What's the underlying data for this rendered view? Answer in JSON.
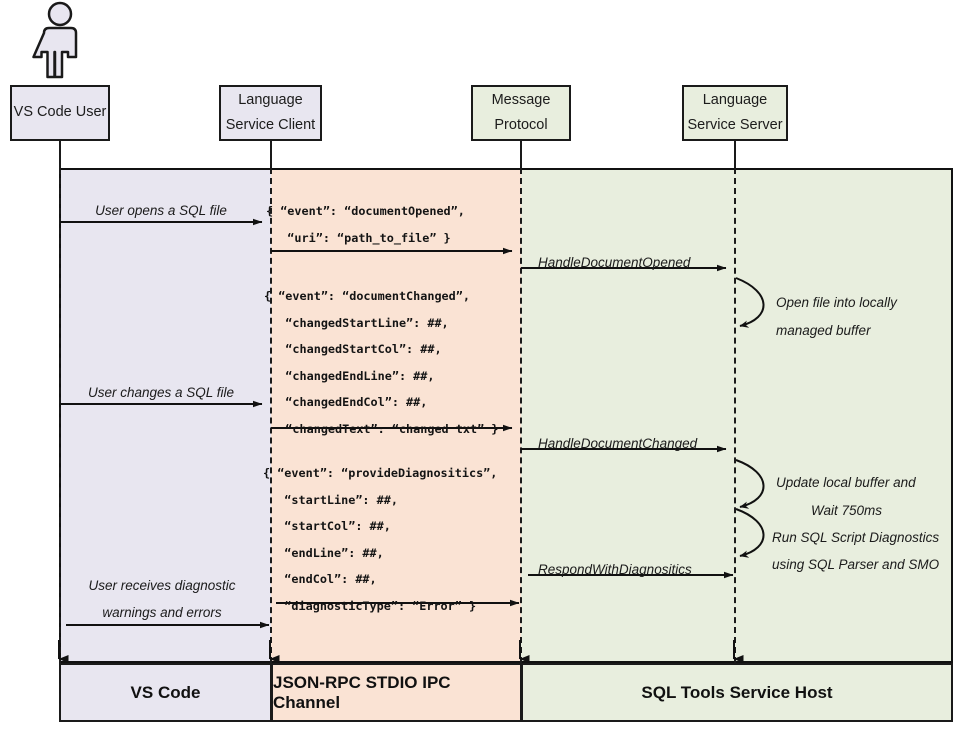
{
  "diagram": {
    "title": "SQL Tools Service sequence diagram",
    "colors": {
      "lavender": "#e8e6f0",
      "peach": "#fae3d4",
      "green": "#e8eede",
      "stroke": "#1a1a1a"
    }
  },
  "actor": {
    "name": "stick-figure-actor"
  },
  "lifelines": [
    {
      "id": "user",
      "line1": "VS Code User",
      "line2": ""
    },
    {
      "id": "client",
      "line1": "Language",
      "line2": "Service Client"
    },
    {
      "id": "proto",
      "line1": "Message",
      "line2": "Protocol"
    },
    {
      "id": "server",
      "line1": "Language",
      "line2": "Service Server"
    }
  ],
  "messages": {
    "user_opens": "User opens a SQL file",
    "user_changes": "User changes a SQL file",
    "user_receives_l1": "User receives diagnostic",
    "user_receives_l2": "warnings and errors",
    "handle_document_opened": "HandleDocumentOpened",
    "handle_document_changed": "HandleDocumentChanged",
    "respond_with_diagnostics": "RespondWithDiagnositics"
  },
  "self_calls": [
    {
      "line1": "Open file into locally",
      "line2": "managed buffer"
    },
    {
      "line1": "Update local buffer and",
      "line2": "Wait 750ms"
    },
    {
      "line1": "Run SQL Script Diagnostics",
      "line2": "using SQL Parser and SMO"
    }
  ],
  "payloads": {
    "document_opened": "{ “event”: “documentOpened”,\n   “uri”: “path_to_file” }",
    "document_changed": "{ “event”: “documentChanged”,\n   “changedStartLine”: ##,\n   “changedStartCol”: ##,\n   “changedEndLine”: ##,\n   “changedEndCol”: ##,\n   “changedText”: “changed txt” }",
    "provide_diagnostics": "{ “event”: “provideDiagnositics”,\n   “startLine”: ##,\n   “startCol”: ##,\n   “endLine”: ##,\n   “endCol”: ##,\n   “diagnosticType”: “Error” }"
  },
  "footer": {
    "zones": [
      {
        "label": "VS Code"
      },
      {
        "label": "JSON-RPC STDIO IPC Channel"
      },
      {
        "label": "SQL Tools Service Host"
      }
    ]
  }
}
